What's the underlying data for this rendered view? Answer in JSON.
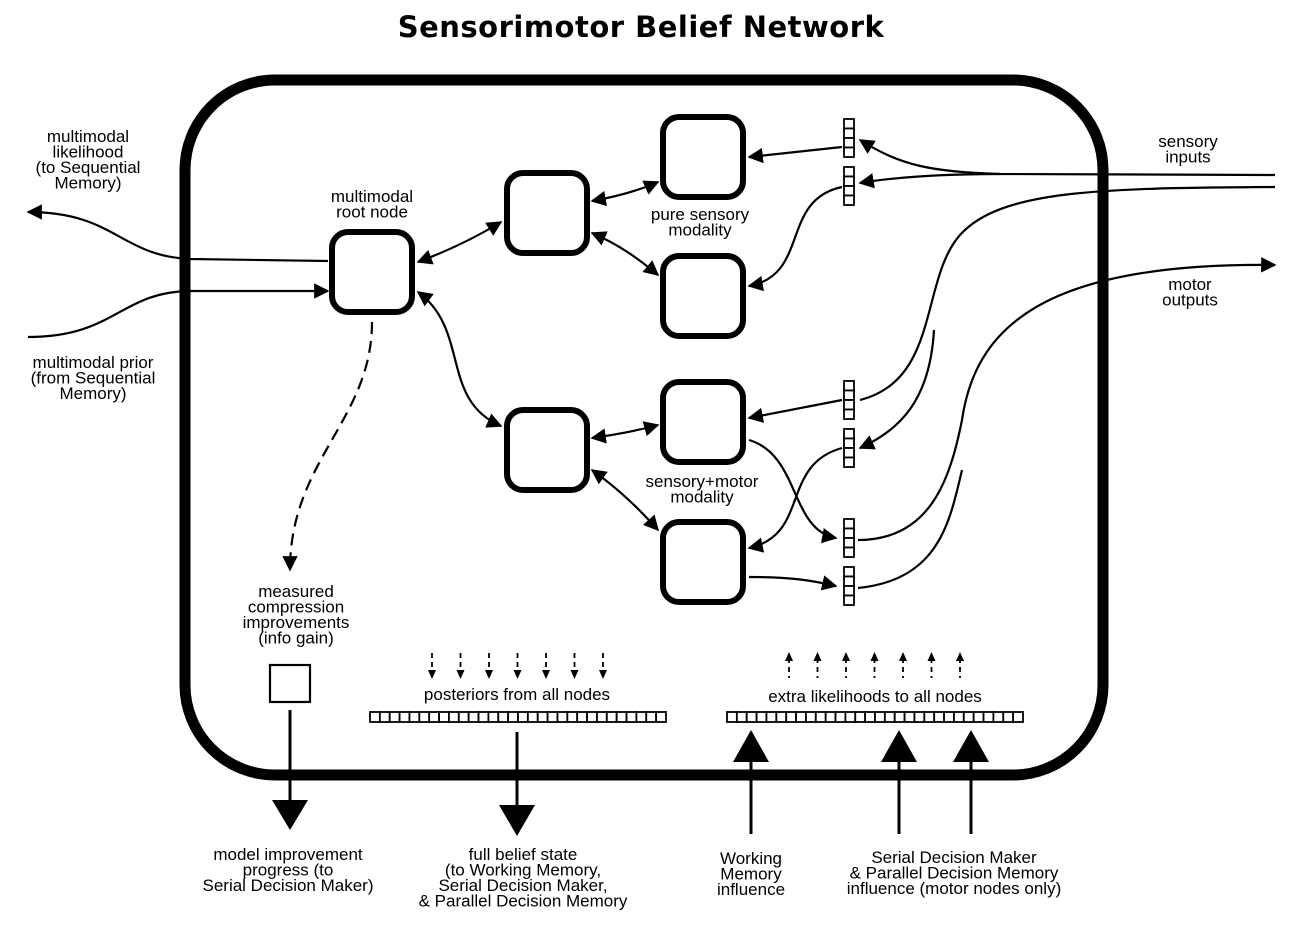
{
  "title": "Sensorimotor Belief Network",
  "colors": {
    "ink": "#000000",
    "background": "#ffffff"
  },
  "labels": {
    "likelihood_out": [
      "multimodal",
      "likelihood",
      "(to Sequential",
      "Memory)"
    ],
    "prior_in": [
      "multimodal prior",
      "(from Sequential",
      "Memory)"
    ],
    "root_node": [
      "multimodal",
      "root node"
    ],
    "pure_sensory": [
      "pure sensory",
      "modality"
    ],
    "sensory_motor": [
      "sensory+motor",
      "modality"
    ],
    "sensory_inputs": [
      "sensory",
      "inputs"
    ],
    "motor_outputs": [
      "motor",
      "outputs"
    ],
    "compression": [
      "measured",
      "compression",
      "improvements",
      "(info gain)"
    ],
    "posteriors": "posteriors from all nodes",
    "extra_likelihoods": "extra likelihoods to all nodes",
    "model_improvement": [
      "model improvement",
      "progress (to",
      "Serial Decision Maker)"
    ],
    "full_belief": [
      "full belief state",
      "(to Working Memory,",
      "Serial Decision Maker,",
      "& Parallel Decision Memory"
    ],
    "working_memory": [
      "Working",
      "Memory",
      "influence"
    ],
    "serial_decision": [
      "Serial Decision Maker",
      "& Parallel Decision Memory",
      "influence (motor nodes only)"
    ]
  },
  "nodes": [
    {
      "id": "root",
      "role": "multimodal root node"
    },
    {
      "id": "sensory-hub",
      "role": "pure sensory modality hub"
    },
    {
      "id": "sensory-a",
      "role": "pure sensory leaf"
    },
    {
      "id": "sensory-b",
      "role": "pure sensory leaf"
    },
    {
      "id": "sm-hub",
      "role": "sensory+motor modality hub"
    },
    {
      "id": "sm-a",
      "role": "sensory+motor leaf"
    },
    {
      "id": "sm-b",
      "role": "sensory+motor leaf"
    }
  ],
  "vector_cells": {
    "small": 4,
    "posteriors_bar": 30,
    "likelihoods_bar": 30
  },
  "dashed_arrows": {
    "posteriors_down": 7,
    "likelihoods_up": 7
  }
}
